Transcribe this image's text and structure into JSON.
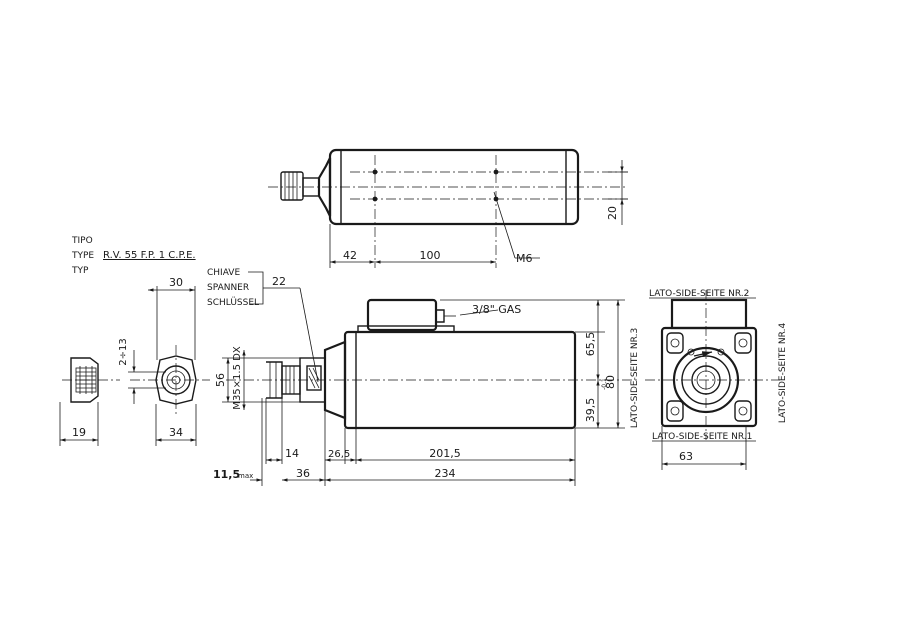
{
  "type_block": {
    "line1": "TIPO",
    "line2_label": "TYPE",
    "line2_value": "R.V. 55 F.P. 1 C.P.E.",
    "line3": "TYP"
  },
  "wrench_label": {
    "line1": "CHIAVE",
    "line2": "SPANNER",
    "line3": "SCHLÜSSEL"
  },
  "top_view": {
    "dim_42": "42",
    "dim_100": "100",
    "dim_20": "20",
    "thread_callout": "M6"
  },
  "collet_views": {
    "dim_30": "30",
    "dim_2_13": "2÷13",
    "dim_19": "19",
    "dim_34": "34"
  },
  "front_view": {
    "dim_22": "22",
    "gas_fitting": "3/8\" GAS",
    "dim_56": "56",
    "thread": "M35×1.5 DX",
    "dim_14": "14",
    "dim_36": "36",
    "dim_11_5": "11,5",
    "dim_11_5_unit": "max",
    "dim_26_5": "26,5",
    "dim_201_5": "201,5",
    "dim_234": "234",
    "dim_65_5": "65,5",
    "dim_80": "80",
    "dim_39_5": "39,5",
    "tolerance": "-0,1"
  },
  "end_view": {
    "side2": "LATO-SIDE-SEITE NR.2",
    "side3": "LATO-SIDE-SEITE NR.3",
    "side4": "LATO-SIDE-SEITE NR.4",
    "side1": "LATO-SIDE-SEITE NR.1",
    "dim_63": "63"
  }
}
